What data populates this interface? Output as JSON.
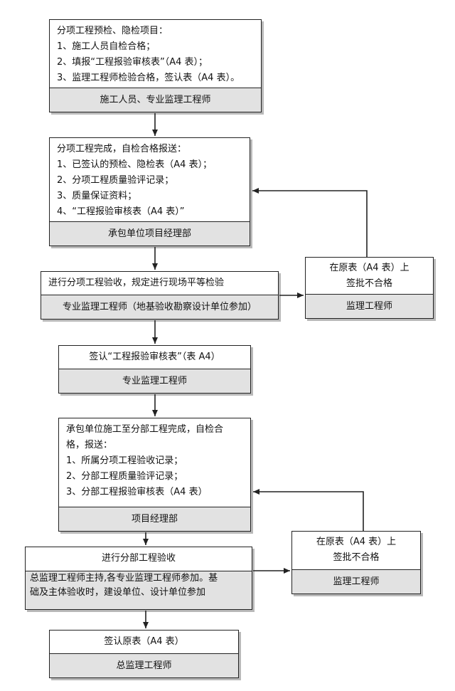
{
  "b1": {
    "lines": [
      "分项工程预检、隐检项目：",
      "1、施工人员自检合格；",
      "2、填报“工程报验审核表”（A4 表）；",
      "3、监理工程师检验合格，签认表（A4 表）。"
    ],
    "role": "施工人员、专业监理工程师"
  },
  "b2": {
    "lines": [
      "分项工程完成，自检合格报送：",
      "1、已签认的预检、隐检表（A4 表）；",
      "2、分项工程质量验评记录；",
      "3、质量保证资料；",
      "4、“工程报验审核表（A4 表）”"
    ],
    "role": "承包单位项目经理部"
  },
  "b3": {
    "lines": [
      "进行分项工程验收，规定进行现场平等检验"
    ],
    "role": "专业监理工程师（地基验收勘察设计单位参加）"
  },
  "r1": {
    "lines": [
      "在原表（A4 表）上",
      "签批不合格"
    ],
    "role": "监理工程师"
  },
  "b4": {
    "lines": [
      "签认“工程报验审核表”（表 A4）"
    ],
    "role": "专业监理工程师"
  },
  "b5": {
    "lines": [
      "承包单位施工至分部工程完成，自检合",
      "格，报送：",
      "1、所属分项工程验收记录；",
      "2、分部工程质量验评记录；",
      "3、分部工程报验审核表（A4 表）"
    ],
    "role": "项目经理部"
  },
  "b6": {
    "lines": [
      "进行分部工程验收"
    ],
    "role_lines": [
      "总监理工程师主持,各专业监理工程师参加。基",
      "础及主体验收时，建设单位、设计单位参加"
    ]
  },
  "r2": {
    "lines": [
      "在原表（A4 表）上",
      "签批不合格"
    ],
    "role": "监理工程师"
  },
  "b7": {
    "lines": [
      "签认原表（A4 表）"
    ],
    "role": "总监理工程师"
  }
}
